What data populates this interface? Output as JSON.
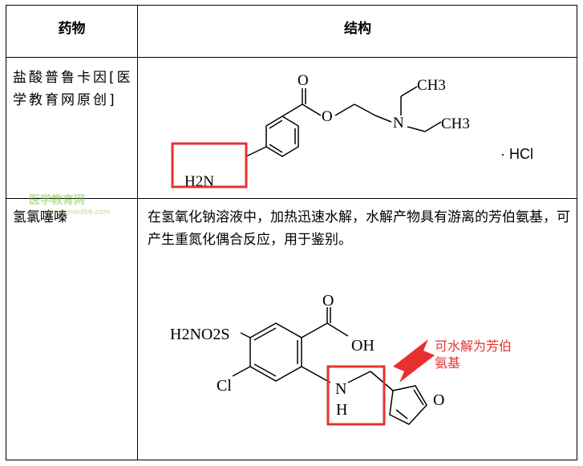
{
  "header": {
    "drug": "药物",
    "structure": "结构"
  },
  "row1": {
    "name": "盐酸普鲁卡因[医学教育网原创]",
    "atoms": {
      "ch3_top": "CH3",
      "ch3_right": "CH3",
      "n": "N",
      "o_ester": "O",
      "o_carbonyl": "O",
      "h2n": "H2N",
      "hcl": "· HCl"
    }
  },
  "row2": {
    "name": "氢氯噻嗪",
    "description": "在氢氧化钠溶液中，加热迅速水解，水解产物具有游离的芳伯氨基，可产生重氮化偶合反应，用于鉴别。",
    "atoms": {
      "sulfamoyl": "H2NO2S",
      "oh": "OH",
      "o_carbonyl": "O",
      "cl": "Cl",
      "n": "N",
      "h": "H",
      "o_furan": "O"
    },
    "annotation": [
      "可水解为芳伯",
      "氨基"
    ]
  },
  "watermarks": {
    "site": "www.med66.com",
    "brand": "医学教育网"
  },
  "colors": {
    "highlight": "#e8312f",
    "border": "#000000",
    "watermark": "#7bbf3a"
  }
}
